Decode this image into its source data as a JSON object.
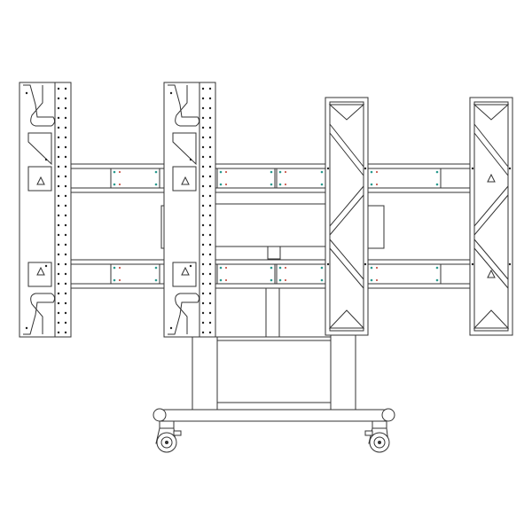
{
  "drawing": {
    "line_color": "#333333",
    "background": "#ffffff",
    "bolt_colors": {
      "teal": "#2a9a8e",
      "red": "#c0392b",
      "black": "#222222"
    },
    "symbols": [
      "triangle-mark",
      "triangle-mark",
      "triangle-mark",
      "triangle-mark"
    ]
  }
}
